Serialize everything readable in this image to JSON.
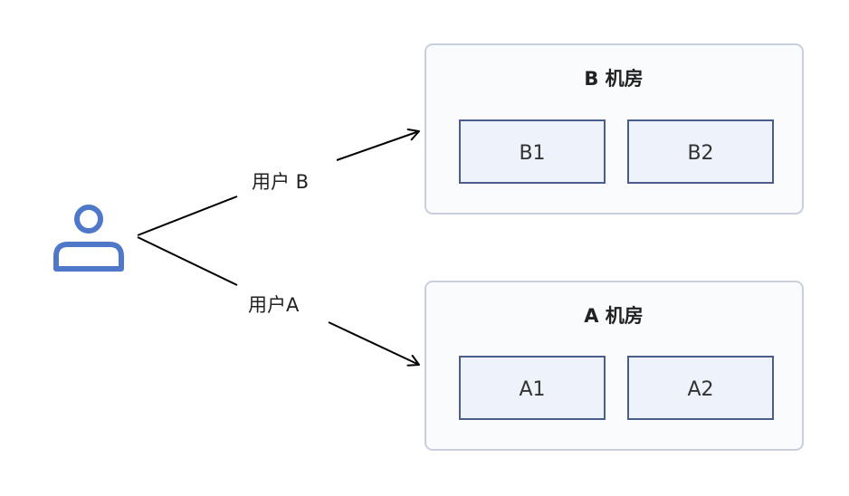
{
  "user": {
    "icon": "user-icon",
    "color": "#4f79c8"
  },
  "edges": {
    "to_b": {
      "label": "用户 B"
    },
    "to_a": {
      "label": "用户A"
    }
  },
  "rooms": {
    "b": {
      "title": "B 机房",
      "nodes": [
        "B1",
        "B2"
      ]
    },
    "a": {
      "title": "A 机房",
      "nodes": [
        "A1",
        "A2"
      ]
    }
  },
  "colors": {
    "room_border": "#c9cfdc",
    "room_fill": "#fafbfd",
    "node_border": "#4b5d8c",
    "node_fill": "#eef3fb",
    "arrow": "#000000"
  }
}
